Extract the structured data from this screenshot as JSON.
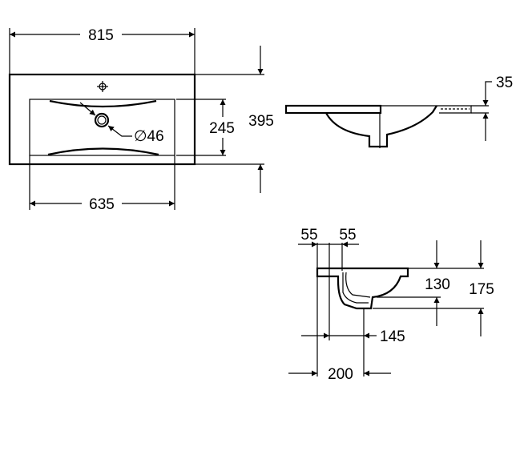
{
  "drawing": {
    "top_view": {
      "overall_width": "815",
      "basin_width": "635",
      "basin_depth": "245",
      "overall_depth": "395",
      "drain_diameter": "∅46"
    },
    "side_view": {
      "rim_thickness": "35"
    },
    "section_view": {
      "rim_offset_left": "55",
      "rim_offset_right": "55",
      "basin_depth": "130",
      "overall_height": "175",
      "drain_offset": "145",
      "drain_offset_total": "200"
    }
  }
}
